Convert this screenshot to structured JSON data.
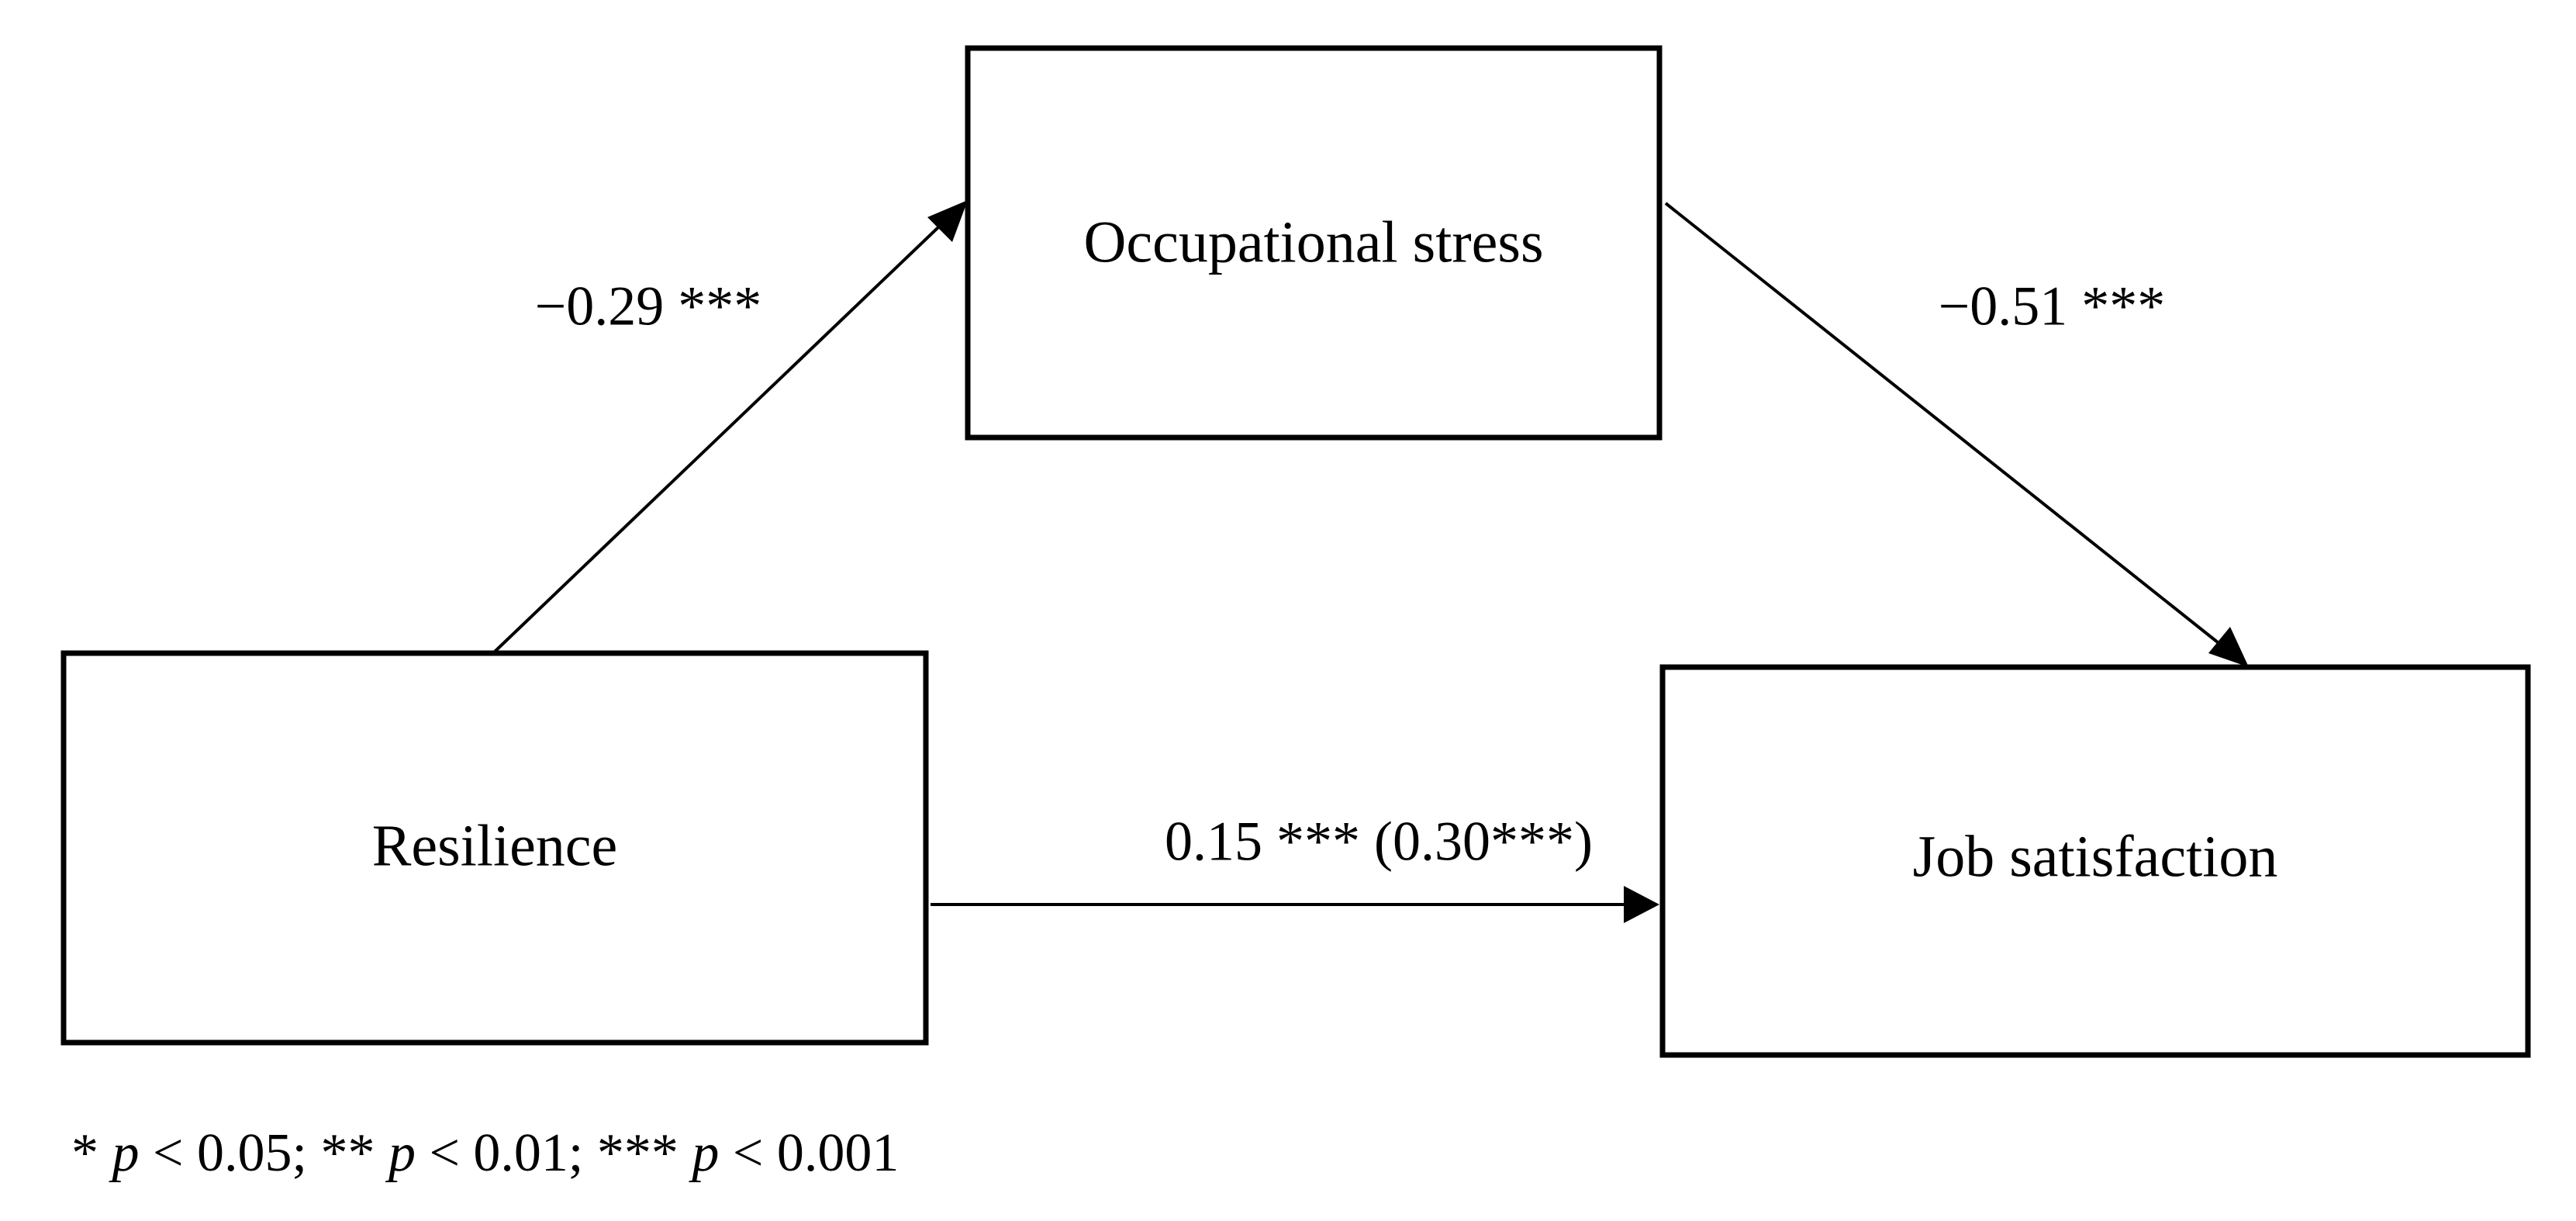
{
  "nodes": {
    "occupational_stress": {
      "label": "Occupational stress"
    },
    "resilience": {
      "label": "Resilience"
    },
    "job_satisfaction": {
      "label": "Job satisfaction"
    }
  },
  "edges": {
    "resilience_to_stress": {
      "label": "−0.29 ***"
    },
    "stress_to_satisfaction": {
      "label": "−0.51 ***"
    },
    "resilience_to_satisfaction": {
      "label": "0.15 *** (0.30***)"
    }
  },
  "footnote": {
    "part1_stars": "*",
    "part1_rest": " < 0.05; ",
    "part2_stars": "**",
    "part2_rest": " < 0.01; ",
    "part3_stars": "***",
    "part3_rest": " < 0.001",
    "p_symbol": "p"
  },
  "colors": {
    "stroke": "#000000",
    "background": "#ffffff"
  }
}
